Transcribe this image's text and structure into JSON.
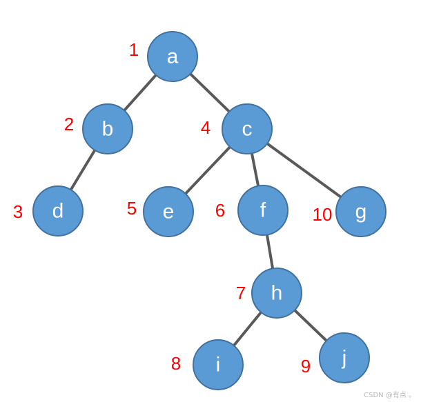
{
  "tree": {
    "nodes": [
      {
        "id": "a",
        "label": "a",
        "order": "1"
      },
      {
        "id": "b",
        "label": "b",
        "order": "2"
      },
      {
        "id": "d",
        "label": "d",
        "order": "3"
      },
      {
        "id": "c",
        "label": "c",
        "order": "4"
      },
      {
        "id": "e",
        "label": "e",
        "order": "5"
      },
      {
        "id": "f",
        "label": "f",
        "order": "6"
      },
      {
        "id": "h",
        "label": "h",
        "order": "7"
      },
      {
        "id": "i",
        "label": "i",
        "order": "8"
      },
      {
        "id": "j",
        "label": "j",
        "order": "9"
      },
      {
        "id": "g",
        "label": "g",
        "order": "10"
      }
    ],
    "edges": [
      [
        "a",
        "b"
      ],
      [
        "a",
        "c"
      ],
      [
        "b",
        "d"
      ],
      [
        "c",
        "e"
      ],
      [
        "c",
        "f"
      ],
      [
        "c",
        "g"
      ],
      [
        "f",
        "h"
      ],
      [
        "h",
        "i"
      ],
      [
        "h",
        "j"
      ]
    ]
  },
  "colors": {
    "node_fill": "#5b9bd5",
    "node_stroke": "#41719c",
    "edge": "#595959",
    "order_text": "#ff0000",
    "node_text": "#ffffff"
  },
  "watermark": "CSDN @有点 。"
}
